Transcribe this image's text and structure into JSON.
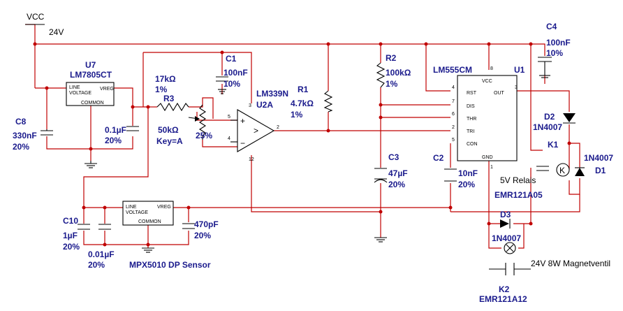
{
  "power": {
    "vcc_label": "VCC",
    "vcc_value": "24V"
  },
  "components": {
    "u7": {
      "ref": "U7",
      "part": "LM7805CT",
      "line": "LINE",
      "voltage": "VOLTAGE",
      "vreg": "VREG",
      "common": "COMMON"
    },
    "c8": {
      "ref": "C8",
      "value": "330nF",
      "tol": "20%"
    },
    "c_01u": {
      "value": "0.1µF",
      "tol": "20%"
    },
    "r3": {
      "ref": "R3",
      "value": "17kΩ",
      "tol": "1%",
      "pot": "50kΩ",
      "key": "Key=A",
      "pct": "25%"
    },
    "c1": {
      "ref": "C1",
      "value": "100nF",
      "tol": "10%"
    },
    "u2": {
      "part": "LM339N",
      "ref": "U2A",
      "pin_plus": "5",
      "pin_minus": "4",
      "pin_out": "2",
      "pin_v": "3",
      "pin_g": "12"
    },
    "r1": {
      "ref": "R1",
      "value": "4.7kΩ",
      "tol": "1%"
    },
    "r2": {
      "ref": "R2",
      "value": "100kΩ",
      "tol": "1%"
    },
    "u1": {
      "part": "LM555CM",
      "ref": "U1",
      "vcc": "VCC",
      "rst": "RST",
      "out": "OUT",
      "dis": "DIS",
      "thr": "THR",
      "tri": "TRI",
      "con": "CON",
      "gnd": "GND",
      "p8": "8",
      "p4": "4",
      "p3": "3",
      "p7": "7",
      "p6": "6",
      "p2": "2",
      "p5": "5",
      "p1": "1"
    },
    "c4": {
      "ref": "C4",
      "value": "100nF",
      "tol": "10%"
    },
    "d2": {
      "ref": "D2",
      "part": "1N4007"
    },
    "k1": {
      "ref": "K1",
      "note": "5V Relais",
      "part": "EMR121A05"
    },
    "d1": {
      "ref": "D1",
      "part": "1N4007"
    },
    "c3": {
      "ref": "C3",
      "value": "47µF",
      "tol": "20%"
    },
    "c2": {
      "ref": "C2",
      "value": "10nF",
      "tol": "20%"
    },
    "d3": {
      "ref": "D3",
      "part": "1N4007"
    },
    "valve": {
      "label": "24V 8W Magnetventil"
    },
    "k2": {
      "ref": "K2",
      "part": "EMR121A12"
    },
    "c10": {
      "ref": "C10",
      "value": "1µF",
      "tol": "20%"
    },
    "c_001u": {
      "value": "0.01µF",
      "tol": "20%"
    },
    "sensor": {
      "line": "LINE",
      "voltage": "VOLTAGE",
      "vreg": "VREG",
      "common": "COMMON",
      "label": "MPX5010 DP Sensor"
    },
    "c_470p": {
      "value": "470pF",
      "tol": "20%"
    }
  }
}
